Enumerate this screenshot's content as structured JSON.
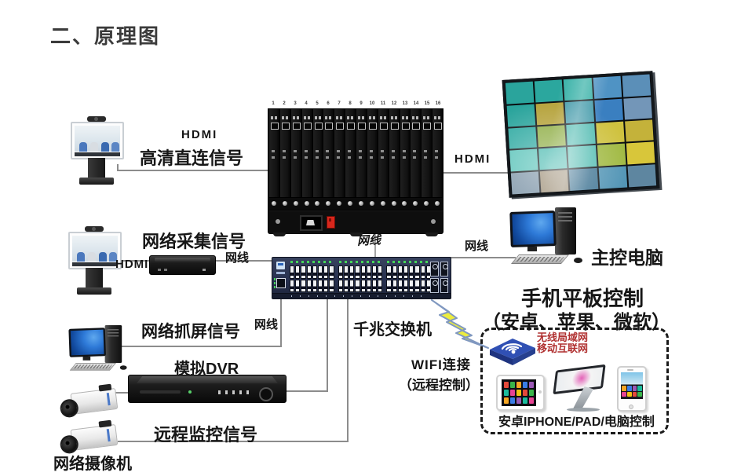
{
  "title": "二、原理图",
  "labels": {
    "hdmi_top": "HDMI",
    "hd_direct_signal": "高清直连信号",
    "hdmi_wall": "HDMI",
    "net_capture_signal": "网络采集信号",
    "hdmi_encoder": "HDMI",
    "cable_encoder": "网线",
    "cable_matrix": "网线",
    "cable_pc": "网线",
    "cable_grab": "网线",
    "main_pc": "主控电脑",
    "screen_grab_signal": "网络抓屏信号",
    "gigabit_switch": "千兆交换机",
    "analog_dvr": "模拟DVR",
    "remote_monitor_signal": "远程监控信号",
    "ip_camera": "网络摄像机",
    "wifi_connect": "WIFI连接",
    "remote_control": "（远程控制）",
    "mobile_control_title": "手机平板控制",
    "mobile_control_subtitle": "（安卓、苹果、微软）",
    "wlan_line1": "无线局域网",
    "wlan_line2": "移动互联网",
    "control_caption": "安卓IPHONE/PAD/电脑控制"
  },
  "matrix": {
    "slot_numbers": [
      "1",
      "2",
      "3",
      "4",
      "5",
      "6",
      "7",
      "8",
      "9",
      "10",
      "11",
      "12",
      "13",
      "14",
      "15",
      "16"
    ]
  },
  "gigabit_switch": {
    "port_groups": 3,
    "ports_per_group": 16,
    "sfp_modules": 4
  },
  "video_wall": {
    "rows": 5,
    "cols": 5,
    "cells": [
      "#2aa49c",
      "#2ba79e",
      "#35b0a6",
      "#4f93c4",
      "#5b8fb8",
      "#2aa49c",
      "#b5a23a",
      "#3f98a8",
      "#3a7fc0",
      "#7396b8",
      "#30aaa2",
      "#8fae46",
      "#49b8ae",
      "#cfc23f",
      "#c4b23a",
      "#57c2b8",
      "#45b8ae",
      "#52bdb2",
      "#9fb83f",
      "#d8c63a",
      "#7b93a6",
      "#96876d",
      "#3e7392",
      "#4f93b4",
      "#5e86a0"
    ]
  },
  "icon_palette": [
    "#e5493a",
    "#3ab54a",
    "#f5a623",
    "#3a7de5",
    "#9b59b6",
    "#1abc9c",
    "#e84393",
    "#f1c40f"
  ],
  "colors": {
    "line": "#8c8c8c",
    "switch_body": "#273050",
    "lightning_fill": "#ecec3e",
    "lightning_stroke": "#8098c0",
    "wlan_text": "#b03030",
    "dashed_border": "#1a1a1a"
  }
}
